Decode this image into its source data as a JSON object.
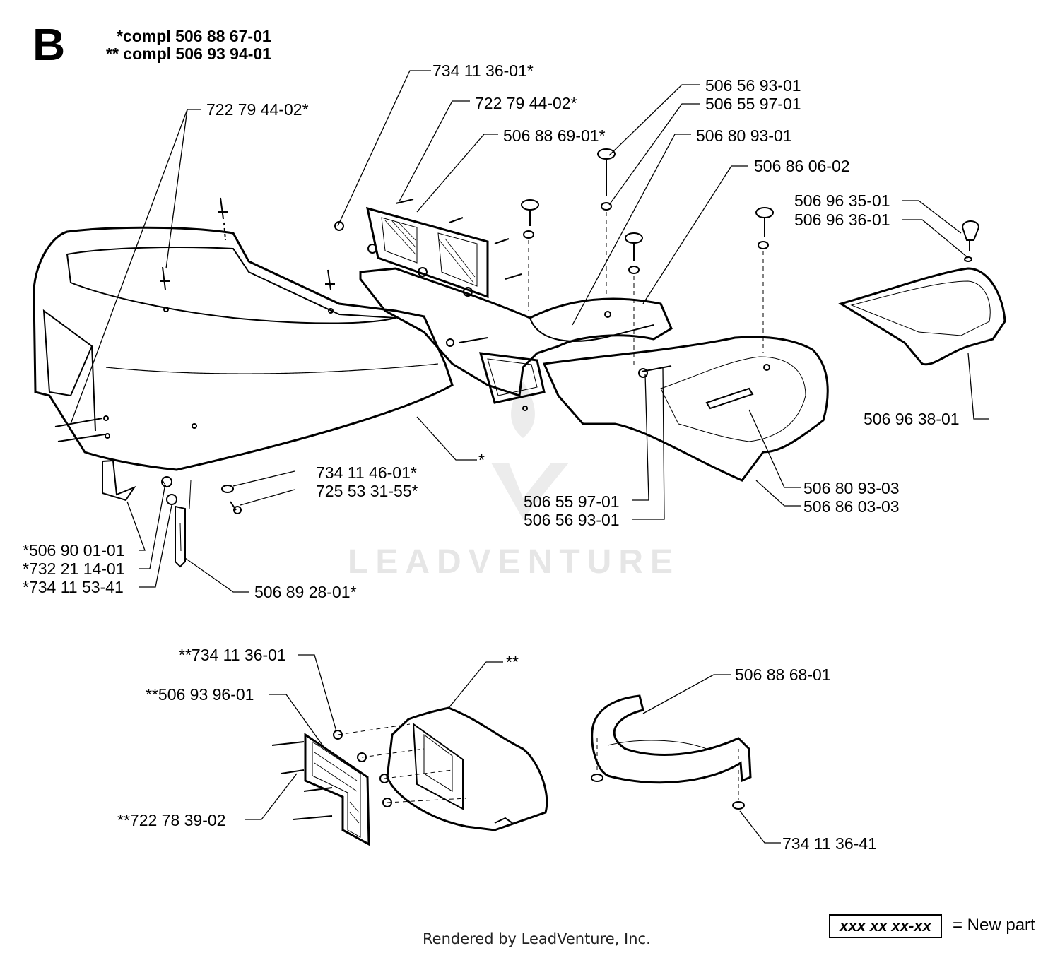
{
  "section_letter": "B",
  "compl_notes": [
    "*compl 506 88 67-01",
    "** compl 506 93 94-01"
  ],
  "callouts": [
    {
      "id": "c01",
      "text": "734 11 36-01*"
    },
    {
      "id": "c02",
      "text": "722 79 44-02*"
    },
    {
      "id": "c03",
      "text": "722 79 44-02*"
    },
    {
      "id": "c04",
      "text": "506 88 69-01*"
    },
    {
      "id": "c05",
      "text": "506 56 93-01"
    },
    {
      "id": "c06",
      "text": "506 55 97-01"
    },
    {
      "id": "c07",
      "text": "506 80 93-01"
    },
    {
      "id": "c08",
      "text": "506 86 06-02"
    },
    {
      "id": "c09",
      "text": "506 96 35-01"
    },
    {
      "id": "c10",
      "text": "506 96 36-01"
    },
    {
      "id": "c11",
      "text": "506 96 38-01"
    },
    {
      "id": "c12",
      "text": "*"
    },
    {
      "id": "c13",
      "text": "734 11 46-01*"
    },
    {
      "id": "c14",
      "text": "725 53 31-55*"
    },
    {
      "id": "c15",
      "text": "506 55 97-01"
    },
    {
      "id": "c16",
      "text": "506 56 93-01"
    },
    {
      "id": "c17",
      "text": "506 80 93-03"
    },
    {
      "id": "c18",
      "text": "506 86 03-03"
    },
    {
      "id": "c19",
      "text": "*506 90 01-01"
    },
    {
      "id": "c20",
      "text": "*732 21 14-01"
    },
    {
      "id": "c21",
      "text": "*734 11 53-41"
    },
    {
      "id": "c22",
      "text": "506 89 28-01*"
    },
    {
      "id": "c23",
      "text": "**734 11 36-01"
    },
    {
      "id": "c24",
      "text": "**506 93 96-01"
    },
    {
      "id": "c25",
      "text": "**"
    },
    {
      "id": "c26",
      "text": "506 88 68-01"
    },
    {
      "id": "c27",
      "text": "**722 78 39-02"
    },
    {
      "id": "c28",
      "text": "734 11 36-41"
    }
  ],
  "watermark": "LEADVENTURE",
  "footer": "Rendered by LeadVenture, Inc.",
  "legend": {
    "sample": "xxx xx xx-xx",
    "text": "= New part"
  }
}
